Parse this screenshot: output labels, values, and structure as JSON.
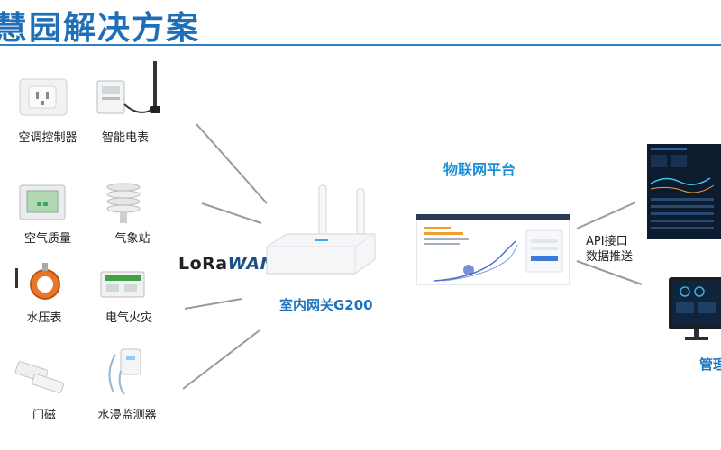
{
  "header": {
    "title": "慧园解决方案"
  },
  "devices": [
    {
      "id": "ac",
      "label": "空调控制器"
    },
    {
      "id": "meter",
      "label": "智能电表"
    },
    {
      "id": "air",
      "label": "空气质量"
    },
    {
      "id": "weather",
      "label": "气象站"
    },
    {
      "id": "pressure",
      "label": "水压表"
    },
    {
      "id": "fire",
      "label": "电气火灾"
    },
    {
      "id": "door",
      "label": "门磁"
    },
    {
      "id": "flood",
      "label": "水浸监测器"
    }
  ],
  "protocol": {
    "logo_lo": "LoRa",
    "logo_wan": "WAN"
  },
  "gateway": {
    "label": "室内网关G200"
  },
  "platform": {
    "label": "物联网平台"
  },
  "api": {
    "line1": "API接口",
    "line2": "数据推送"
  },
  "management": {
    "label": "管理"
  }
}
